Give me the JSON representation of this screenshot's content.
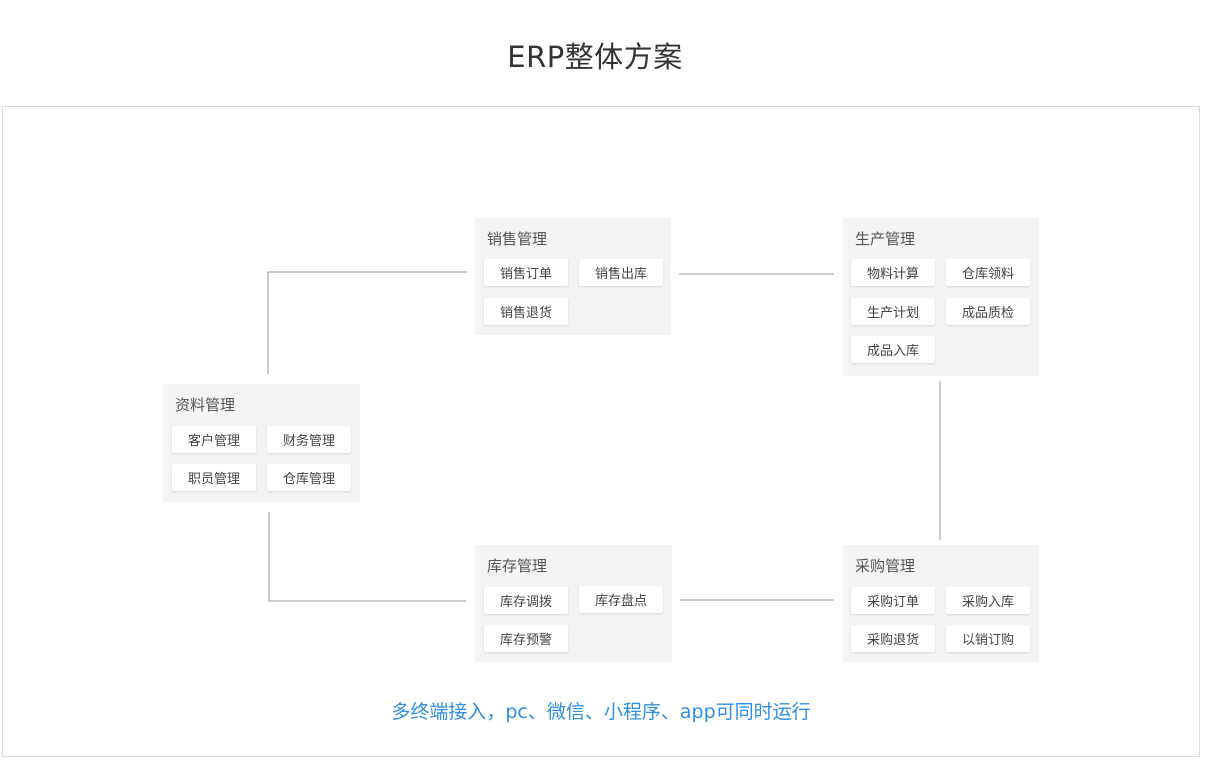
{
  "title": "ERP整体方案",
  "footer": "多终端接入，pc、微信、小程序、app可同时运行",
  "colors": {
    "footer_text": "#2f8fe6",
    "module_bg": "#f4f4f4",
    "connector": "#999999"
  },
  "modules": {
    "sales": {
      "title": "销售管理",
      "items": [
        "销售订单",
        "销售出库",
        "销售退货"
      ]
    },
    "production": {
      "title": "生产管理",
      "items": [
        "物料计算",
        "仓库领料",
        "生产计划",
        "成品质检",
        "成品入库"
      ]
    },
    "master_data": {
      "title": "资料管理",
      "items": [
        "客户管理",
        "财务管理",
        "职员管理",
        "仓库管理"
      ]
    },
    "inventory": {
      "title": "库存管理",
      "items": [
        "库存调拨",
        "库存盘点",
        "库存预警"
      ]
    },
    "purchasing": {
      "title": "采购管理",
      "items": [
        "采购订单",
        "采购入库",
        "采购退货",
        "以销订购"
      ]
    }
  }
}
